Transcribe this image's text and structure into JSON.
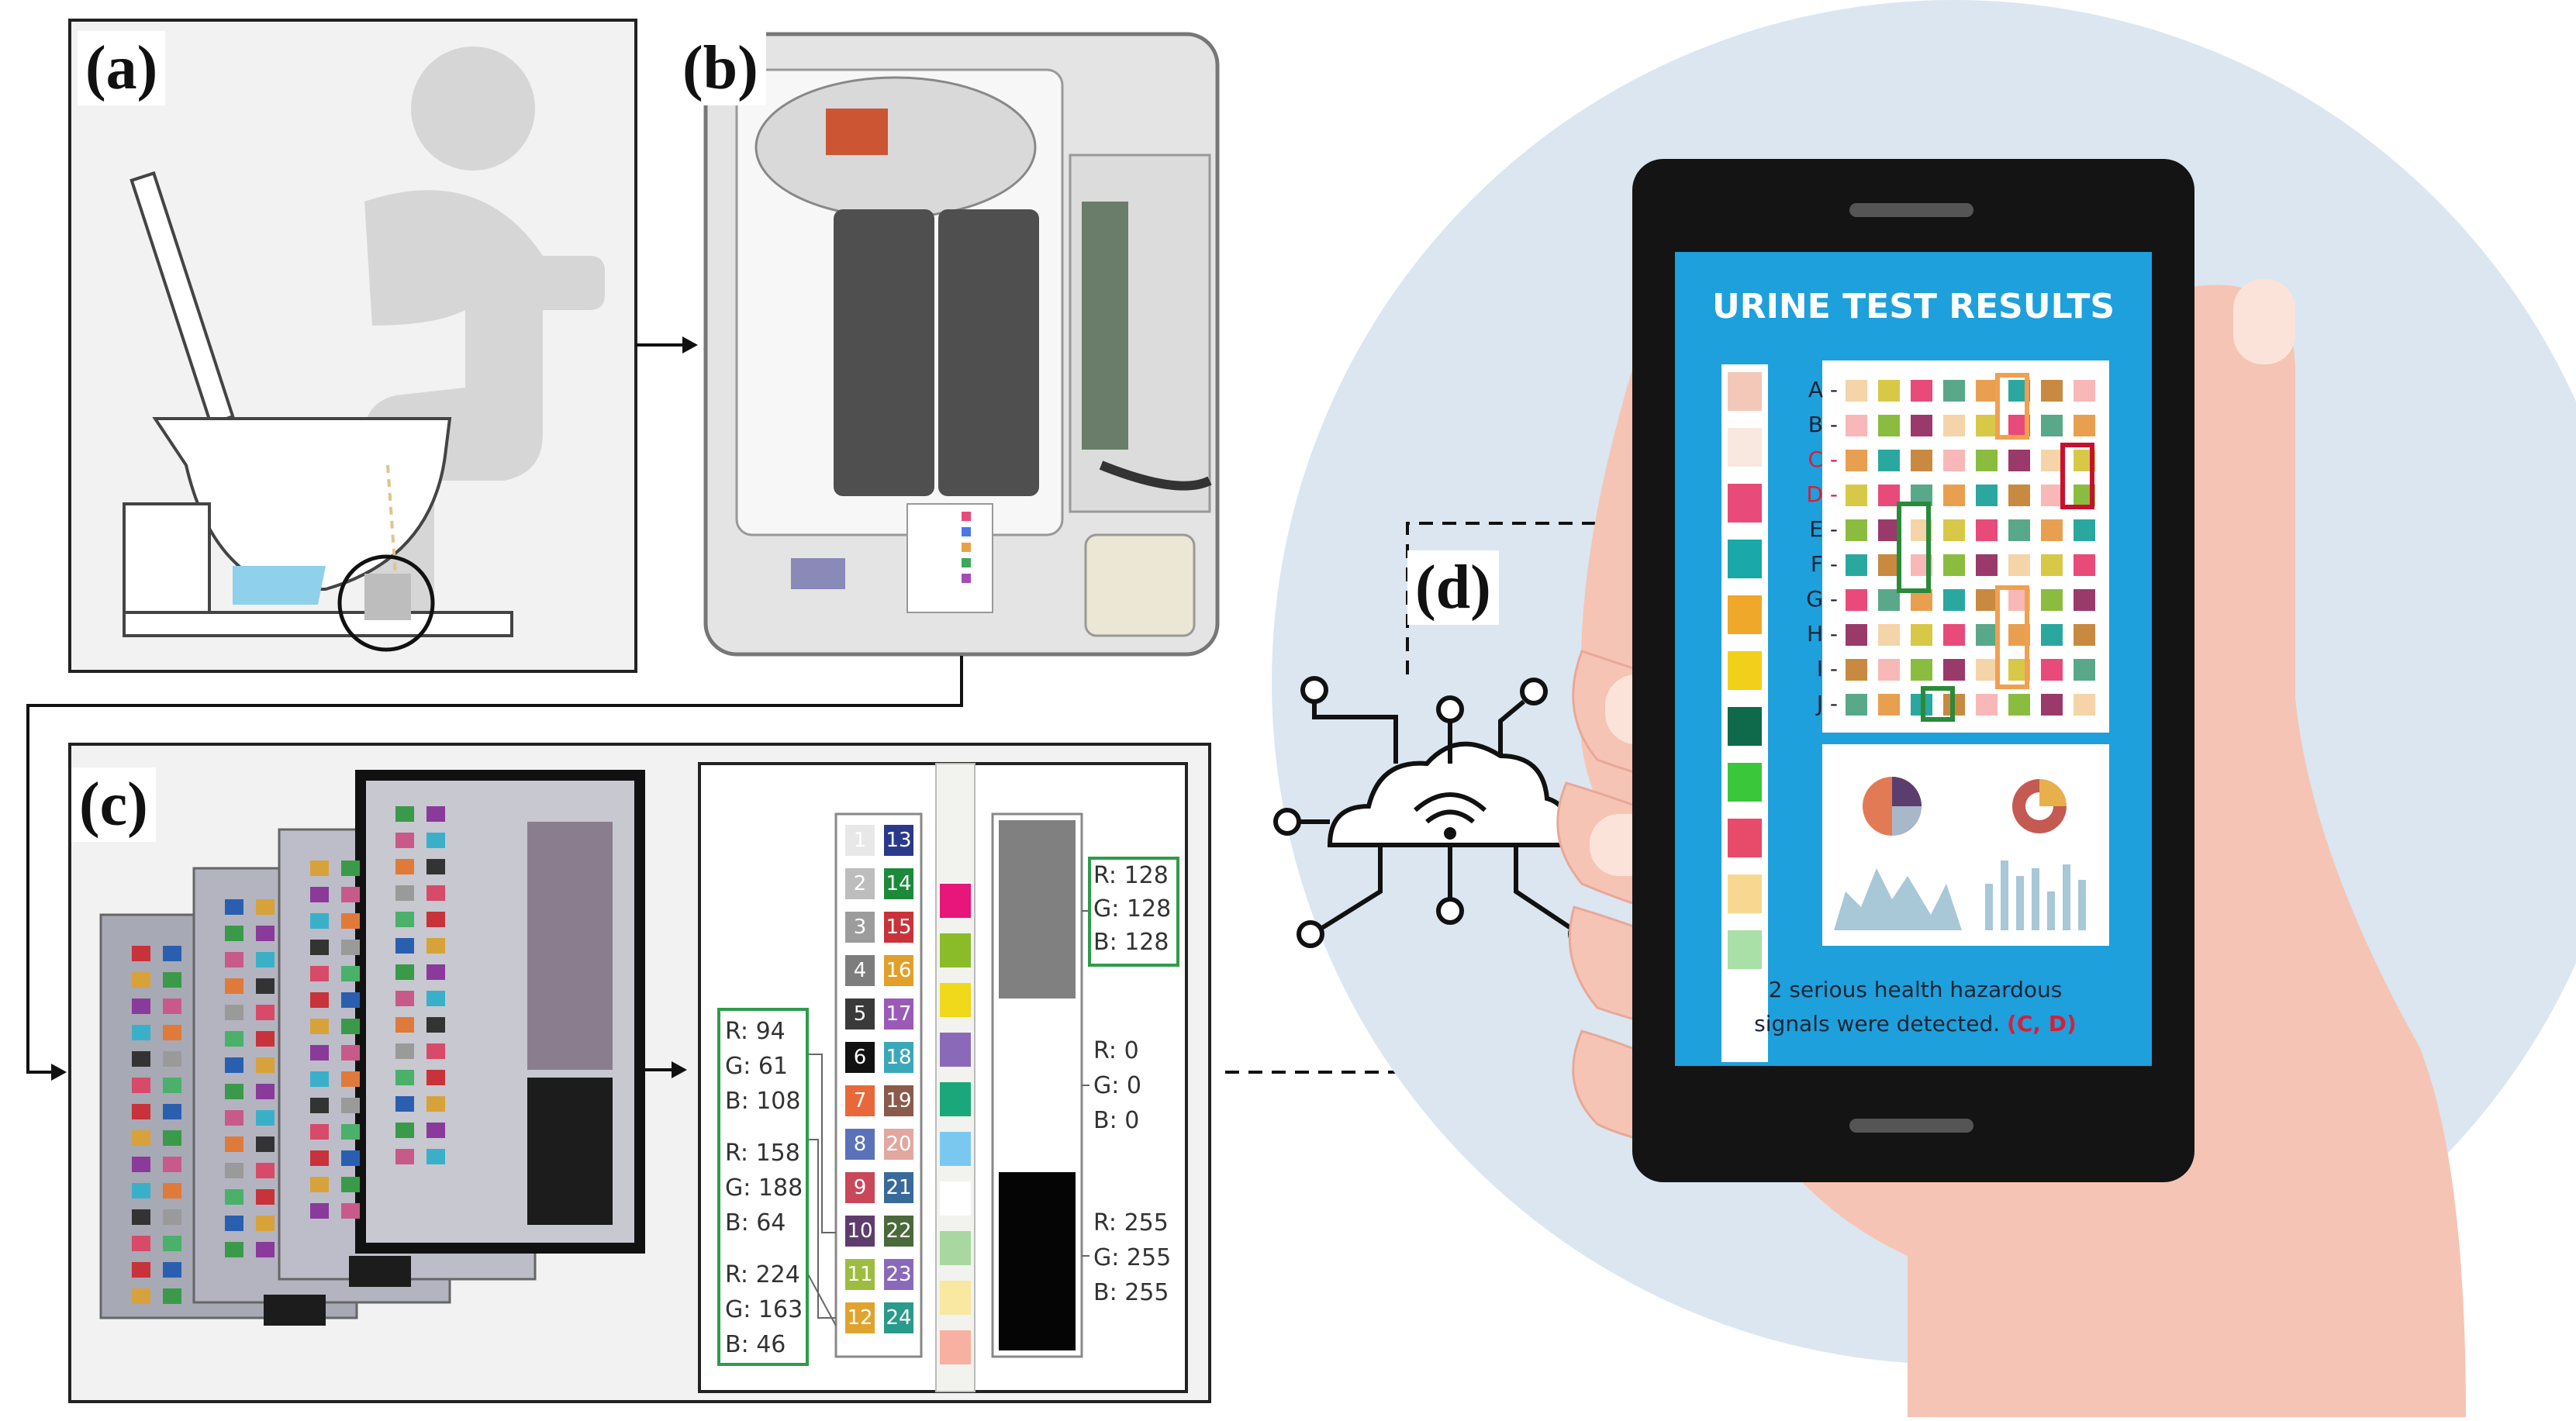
{
  "panels": {
    "a": "(a)",
    "b": "(b)",
    "c": "(c)",
    "d": "(d)"
  },
  "rgb_left": {
    "g1": {
      "r": "R: 94",
      "g": "G: 61",
      "b": "B: 108"
    },
    "g2": {
      "r": "R: 158",
      "g": "G: 188",
      "b": "B: 64"
    },
    "g3": {
      "r": "R: 224",
      "g": "G: 163",
      "b": "B: 46"
    }
  },
  "rgb_right": {
    "gray": {
      "r": "R: 128",
      "g": "G: 128",
      "b": "B: 128"
    },
    "black": {
      "r": "R: 0",
      "g": "G: 0",
      "b": "B: 0"
    },
    "white": {
      "r": "R: 255",
      "g": "G: 255",
      "b": "B: 255"
    }
  },
  "reference_numbers": [
    "13",
    "14",
    "15",
    "16",
    "17",
    "18",
    "19",
    "20",
    "21",
    "22",
    "23",
    "24",
    "1",
    "2",
    "3",
    "4",
    "5",
    "6",
    "7",
    "8",
    "9",
    "10",
    "11",
    "12"
  ],
  "phone": {
    "title": "URINE TEST RESULTS",
    "rows": [
      "A",
      "B",
      "C",
      "D",
      "E",
      "F",
      "G",
      "H",
      "I",
      "J"
    ],
    "hazard_line1": "2 serious health hazardous",
    "hazard_line2": "signals were detected.",
    "hazard_codes": "(C, D)"
  },
  "colors": {
    "phone_screen": "#1ea0dc",
    "circle_bg": "#dbe6f1",
    "hand": "#f6c4b4",
    "alert": "#d81e3a"
  }
}
